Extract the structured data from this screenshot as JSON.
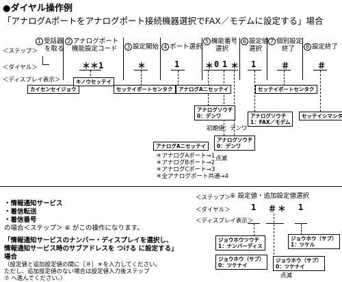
{
  "title": "●ダイヤル操作例",
  "subtitle": "「アナログAポートをアナログポート接続機器選択でFAX／モデムに設定する」場合",
  "row_labels": {
    "step": "＜ステップ＞",
    "dial": "＜ダイヤル＞",
    "display": "＜ディスプレイ表示＞"
  },
  "steps": [
    {
      "num": "1",
      "label1": "受話器",
      "label2": "を取る"
    },
    {
      "num": "2",
      "label1": "アナログポート",
      "label2": "機能設定コード"
    },
    {
      "num": "3",
      "label1": "設定開始",
      "label2": ""
    },
    {
      "num": "4",
      "label1": "ポート選択",
      "label2": ""
    },
    {
      "num": "5",
      "label1": "機能番号",
      "label2": "選択"
    },
    {
      "num": "6",
      "label1": "設定値",
      "label2": "選択"
    },
    {
      "num": "7",
      "label1": "個別設定",
      "label2": "終了"
    },
    {
      "num": "8",
      "label1": "設定終了",
      "label2": ""
    }
  ],
  "dials": {
    "d2": "＊＊1",
    "d3": "＊",
    "d4": "1",
    "d5a": "＊",
    "d5b": "0",
    "d5c": "1",
    "d5d": "＊",
    "d6": "1",
    "d7": "＃",
    "d8": "＃"
  },
  "displays": {
    "s1": "カイセンセイジョウ",
    "s2": "キノウセッテイ",
    "s3": "セッテイポートセンタク",
    "s4": "アナログAニセッテイ",
    "s5a_line1": "アナログソウチ",
    "s5a_line2": "0：デンワ",
    "initial_note": "初期値：デンワ",
    "s5b_line1": "アナログソウチ",
    "s5b_line2": "0：デンワ",
    "blink1": "点滅",
    "s4b": "アナログAニセッテイ",
    "s6_line1": "アナログソウチ",
    "s6_line2": "1：FAX／モデム",
    "s7": "セッテイポートセンタク",
    "s8": "セッテイシマシタ"
  },
  "port_list": [
    "＊アナログAポート→1",
    "＊アナログBポート→2",
    "＊アナログCポート→3",
    "＊全アナログポート共通→4"
  ],
  "left_notes": {
    "items": [
      "・情報通知サービス",
      "・着信転送",
      "・着信番号"
    ],
    "line4": "の場合＜ステップ＞ ⑥ がこの操作になります。",
    "quote1": "「情報通知サービスのナンバー・ディスプレイを選択し、",
    "quote2": "情報通知サービス時のサブアドレスを つける に設定する」",
    "quote3": "場合",
    "paren1": "（設定値と追加設定値の間に［＃］＊を入力してください。",
    "paren2": "ただし、追加設定値のない場合は設定値入力後ステップ",
    "paren3": "⑦ へ進んでください。）"
  },
  "right_example": {
    "step_label": "＜ステップ＞",
    "step_text": "⑥ 設定値・追加設定値選択",
    "dial_label": "＜ダイヤル＞",
    "display_label": "＜ディスプレイ表示＞",
    "dial_values": [
      "1",
      "＃",
      "＊",
      "1"
    ],
    "box1_line1": "ジョウホウツウチ",
    "box1_line2": "1：ナンバーディス",
    "box2_line1": "ジョウホウ（サブ）",
    "box2_line2": "0：ツケナイ",
    "box3_line1": "ジョウホウ（サブ）",
    "box3_line2": "1：ツケル",
    "box4_line1": "ジョウホウ（サブ）",
    "box4_line2": "0：ツケナイ",
    "blink2": "点滅"
  }
}
